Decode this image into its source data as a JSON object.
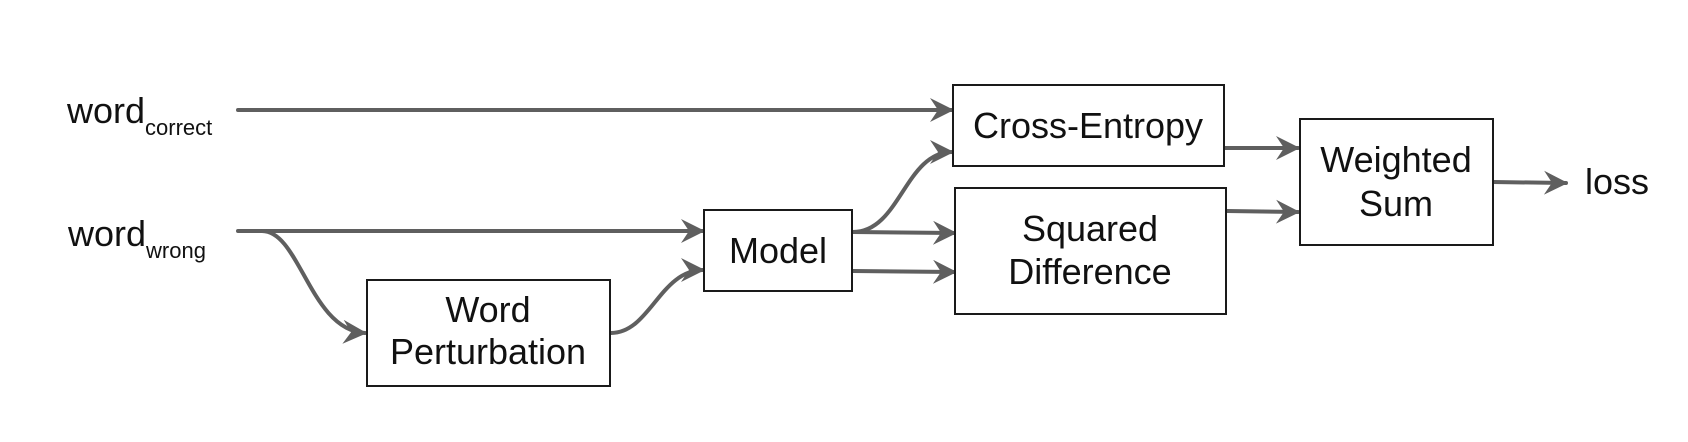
{
  "inputs": {
    "correct": {
      "base": "word",
      "subscript": "correct"
    },
    "wrong": {
      "base": "word",
      "subscript": "wrong"
    }
  },
  "nodes": {
    "word_perturbation": {
      "line1": "Word",
      "line2": "Perturbation"
    },
    "model": {
      "label": "Model"
    },
    "cross_entropy": {
      "label": "Cross-Entropy"
    },
    "squared_difference": {
      "line1": "Squared",
      "line2": "Difference"
    },
    "weighted_sum": {
      "line1": "Weighted",
      "line2": "Sum"
    }
  },
  "output": {
    "label": "loss"
  },
  "colors": {
    "edge": "#5f5f5f",
    "box_border": "#1a1a1a",
    "text": "#111111"
  }
}
